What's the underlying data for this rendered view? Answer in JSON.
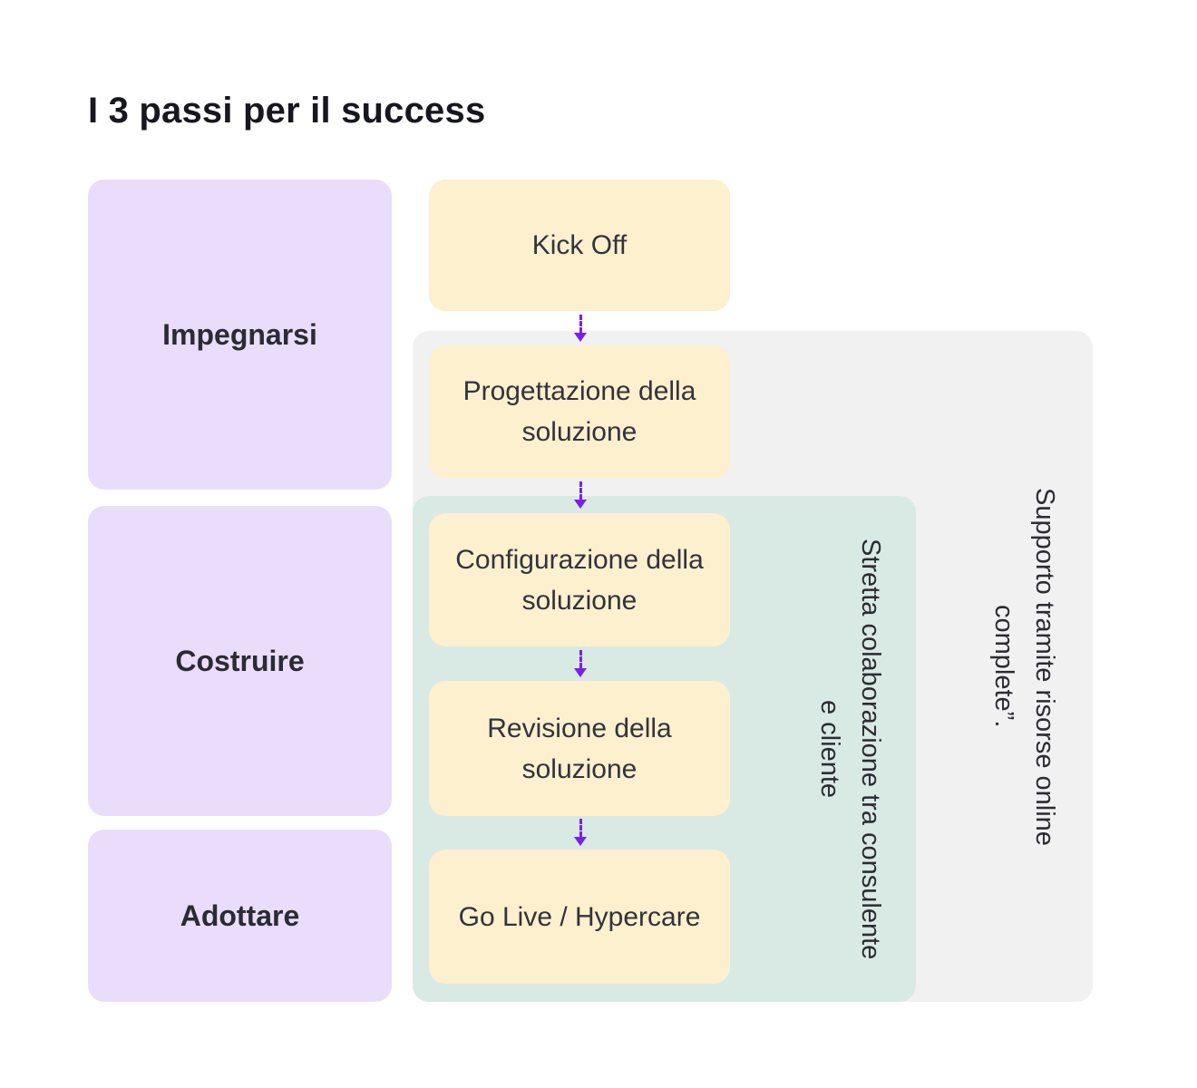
{
  "title": "I 3 passi per il success",
  "stages": [
    {
      "label": "Impegnarsi"
    },
    {
      "label": "Costruire"
    },
    {
      "label": "Adottare"
    }
  ],
  "steps": [
    {
      "label": "Kick Off"
    },
    {
      "label": "Progettazione della soluzione"
    },
    {
      "label": "Configurazione della soluzione"
    },
    {
      "label": "Revisione della soluzione"
    },
    {
      "label": "Go Live / Hypercare"
    }
  ],
  "annotations": {
    "collaboration": "Stretta colaborazione tra consulente e cliente",
    "support": "Supporto tramite risorse online complete”."
  },
  "colors": {
    "stage_box": "#eaddfb",
    "step_box": "#fcf0cf",
    "support_panel": "#f1f1f2",
    "collaboration_panel": "#d8eae3",
    "arrow": "#7a21e8",
    "text": "#2b2b33",
    "title_text": "#17171f"
  }
}
